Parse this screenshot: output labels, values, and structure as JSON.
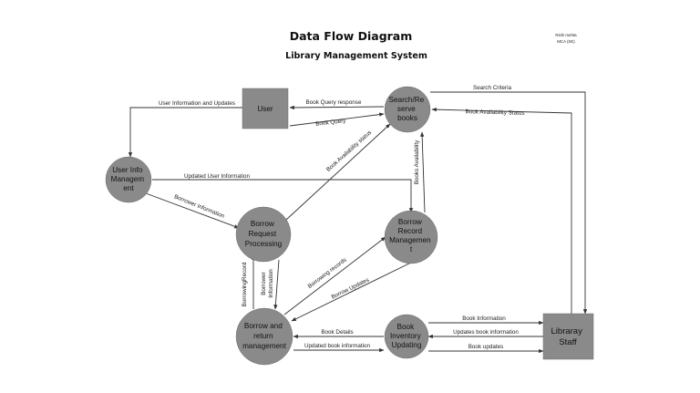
{
  "header": {
    "title": "Data Flow Diagram",
    "subtitle": "Library Management System",
    "author_name": "Rishi mehta",
    "author_course": "MCA (SE)"
  },
  "colors": {
    "node_fill": "#8a8a8a",
    "edge": "#333333"
  },
  "nodes": {
    "user": {
      "lines": [
        "User"
      ]
    },
    "search_reserve": {
      "lines": [
        "Search/Re",
        "serve",
        "books"
      ]
    },
    "user_info": {
      "lines": [
        "User Info",
        "Managem",
        "ent"
      ]
    },
    "borrow_request": {
      "lines": [
        "Borrow",
        "Request",
        "Processing"
      ]
    },
    "borrow_record": {
      "lines": [
        "Borrow",
        "Record",
        "Managemen",
        "t"
      ]
    },
    "borrow_return": {
      "lines": [
        "Borrow and",
        "return",
        "management"
      ]
    },
    "book_inventory": {
      "lines": [
        "Book",
        "Inventory",
        "Updating"
      ]
    },
    "library_staff": {
      "lines": [
        "Libraray",
        "Staff"
      ]
    }
  },
  "flows": {
    "user_info_updates": "User Information and Updates",
    "book_query_response": "Book Query response",
    "book_query": "Book Query",
    "search_criteria": "Search Criteria",
    "book_availability_status_top": "Book Availability Status",
    "book_availability_status_diag": "Book Availability status",
    "books_availability": "Books Availability",
    "updated_user_information": "Updated User Information",
    "borrower_information_diag": "Borrower Information",
    "borrowing_record": "BorrowingRecord",
    "borrower_information_vert_1": "Borrower",
    "borrower_information_vert_2": "Information",
    "borrowing_records": "Borrowing records",
    "borrow_updates": "Borrow Updates",
    "book_details": "Book Details",
    "updated_book_information": "Updated book information",
    "book_information": "Book Information",
    "updates_book_information": "Updates book information",
    "book_updates": "Book updates"
  }
}
